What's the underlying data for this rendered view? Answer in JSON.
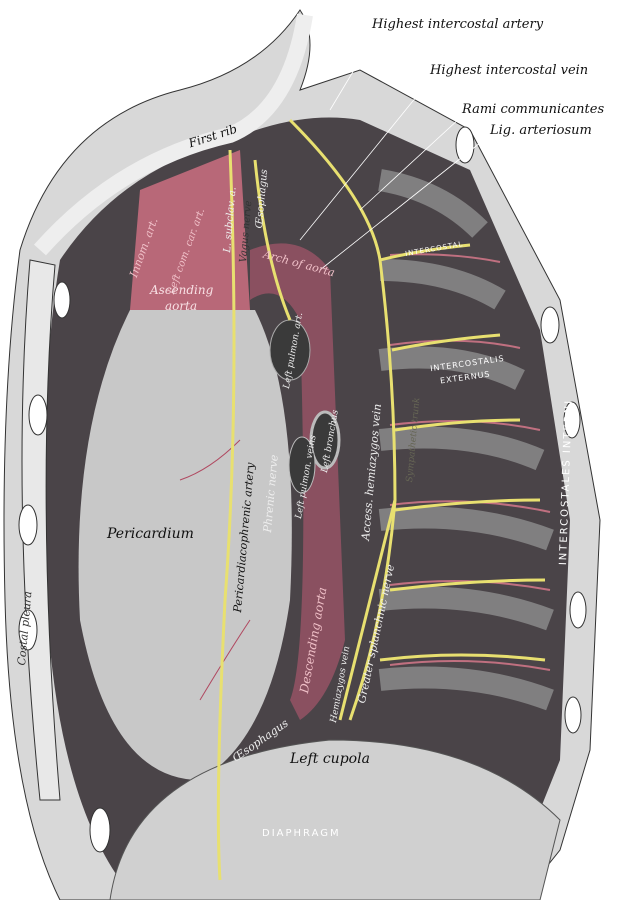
{
  "callouts": {
    "highest_intercostal_artery": "Highest intercostal artery",
    "highest_intercostal_vein": "Highest intercostal vein",
    "rami_communicantes": "Rami communicantes",
    "lig_arteriosum": "Lig. arteriosum"
  },
  "labels": {
    "first_rib": "First rib",
    "innom_art": "Innom. art.",
    "left_com_car_art": "Left com. car. art.",
    "l_subclav": "L. subclav. a.",
    "vagus_nerve": "Vagus nerve",
    "oesophagus_upper": "Œsophagus",
    "arch_of_aorta": "Arch of aorta",
    "ascending_aorta_1": "Ascending",
    "ascending_aorta_2": "aorta",
    "left_pulmon_art": "Left pulmon. art.",
    "left_bronchus": "Left bronchus",
    "left_pulmon_veins": "Left pulmon. veins",
    "phrenic_nerve": "Phrenic nerve",
    "pericardiacophrenic_artery": "Pericardiacophrenic artery",
    "access_hemiazygos_vein": "Access. hemiazygos vein",
    "sympathetic_trunk": "Sympathetic trunk",
    "descending_aorta": "Descending aorta",
    "hemiazygos_vein": "Hemiazygos vein",
    "greater_splanchnic_nerve": "Greater splanchnic nerve",
    "oesophagus_lower": "Œsophagus",
    "pericardium": "Pericardium",
    "costal_pleura": "Costal pleura",
    "left_cupola": "Left cupola",
    "diaphragm": "DIAPHRAGM",
    "intercostales_interni": "INTERCOSTALES INTERNI",
    "intercostalis_externus_1": "INTERCOSTALIS",
    "intercostalis_externus_2": "EXTERNUS",
    "intercostal_vessels": "INTERCOSTAL"
  },
  "colors": {
    "nerve": "#e8e070",
    "artery": "#c07080",
    "background": "#4a4448"
  }
}
